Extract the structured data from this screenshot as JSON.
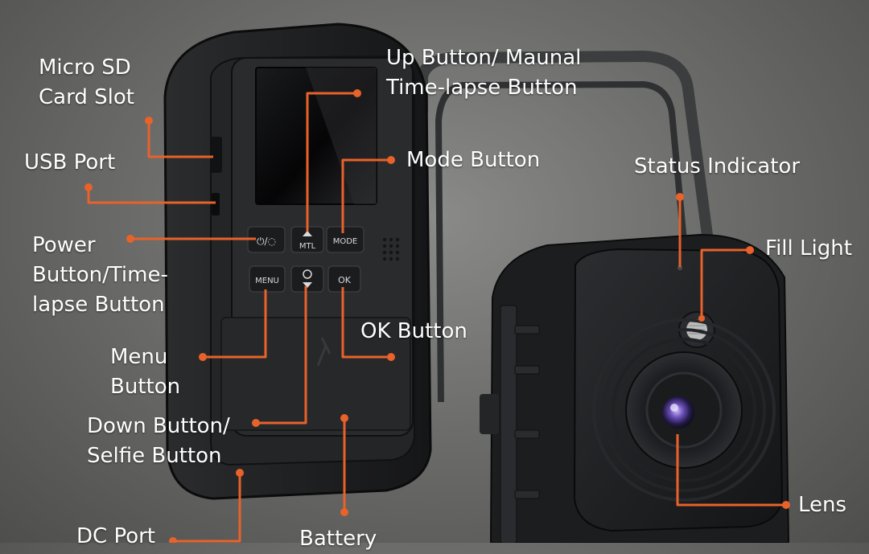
{
  "colors": {
    "accent": "#e8622a",
    "background": "#6f6f6d",
    "camera_body": "#1e1f21",
    "text": "#ffffff"
  },
  "labels": {
    "micro_sd": [
      "Micro SD",
      "Card Slot"
    ],
    "usb_port": [
      "USB Port"
    ],
    "power_button": [
      "Power",
      "Button/Time-",
      "lapse Button"
    ],
    "menu_button": [
      "Menu",
      "Button"
    ],
    "down_button": [
      "Down Button/",
      "Selfie Button"
    ],
    "dc_port": [
      "DC Port"
    ],
    "battery": [
      "Battery"
    ],
    "up_button": [
      "Up Button/ Maunal",
      "Time-lapse Button"
    ],
    "mode_button": [
      "Mode Button"
    ],
    "ok_button": [
      "OK Button"
    ],
    "status_indicator": [
      "Status Indicator"
    ],
    "fill_light": [
      "Fill Light"
    ],
    "lens": [
      "Lens"
    ]
  },
  "keys": {
    "power": "⏻/◌",
    "mtl": "MTL",
    "mode": "MODE",
    "menu": "MENU",
    "ok": "OK"
  }
}
